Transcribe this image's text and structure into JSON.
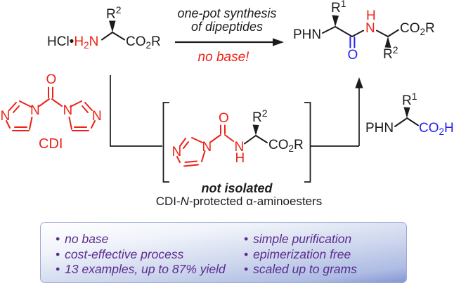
{
  "scheme": {
    "arrow_title_line1": "one-pot synthesis",
    "arrow_title_line2": "of dipeptides",
    "arrow_note": "no base!"
  },
  "reactant": {
    "salt": "HCl•",
    "amine_h": "H",
    "amine_sub": "2",
    "amine_n": "N",
    "r_base": "R",
    "r_sup": "2",
    "ester_pre": "CO",
    "ester_sub": "2",
    "ester_post": "R"
  },
  "cdi": {
    "o": "O",
    "n_inner_left": "N",
    "n_outer_left": "N",
    "n_inner_right": "N",
    "n_outer_right": "N",
    "label": "CDI"
  },
  "intermediate": {
    "o": "O",
    "ring_n1": "N",
    "ring_n3": "N",
    "amide_n": "N",
    "amide_h": "H",
    "r_base": "R",
    "r_sup": "2",
    "ester_pre": "CO",
    "ester_sub": "2",
    "ester_post": "R",
    "caption_bold": "not isolated",
    "caption_pre": "CDI-",
    "caption_italic_n": "N",
    "caption_post": "-protected α-aminoesters"
  },
  "product": {
    "phn": "PHN",
    "r1_base": "R",
    "r1_sup": "1",
    "amide_h": "H",
    "amide_n": "N",
    "o": "O",
    "r2_base": "R",
    "r2_sup": "2",
    "ester_pre": "CO",
    "ester_sub": "2",
    "ester_post": "R"
  },
  "reagent": {
    "phn": "PHN",
    "r1_base": "R",
    "r1_sup": "1",
    "acid_pre": "CO",
    "acid_sub": "2",
    "acid_post": "H"
  },
  "highlights": {
    "bullet": "•",
    "left": [
      "no base",
      "cost-effective process",
      "13 examples, up to 87% yield"
    ],
    "right": [
      "simple purification",
      "epimerization free",
      "scaled up to grams"
    ]
  },
  "colors": {
    "red": "#ed2115",
    "blue": "#2323ee",
    "purple": "#5b2c90"
  }
}
